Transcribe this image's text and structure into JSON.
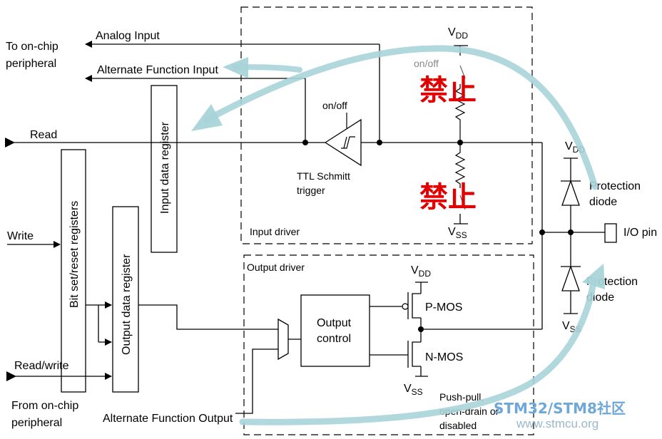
{
  "labels": {
    "to_on_chip": [
      "To on-chip",
      "peripheral"
    ],
    "analog_input": "Analog Input",
    "alt_func_input": "Alternate Function Input",
    "read": "Read",
    "write": "Write",
    "read_write": "Read/write",
    "from_on_chip": [
      "From on-chip",
      "peripheral"
    ],
    "alt_func_output": "Alternate Function Output",
    "bit_set_reset": "Bit set/reset registers",
    "input_data_register": "Input data register",
    "output_data_register": "Output data register",
    "input_driver": "Input driver",
    "output_driver": "Output driver",
    "on_off_schmitt": "on/off",
    "ttl_schmitt": [
      "TTL Schmitt",
      "trigger"
    ],
    "on_off_pull": "on/off",
    "vdd": "V",
    "vdd_sub": "DD",
    "vss": "V",
    "vss_sub": "SS",
    "output_control": [
      "Output",
      "control"
    ],
    "p_mos": "P-MOS",
    "n_mos": "N-MOS",
    "push_pull": [
      "Push-pull,",
      "open-drain or",
      "disabled"
    ],
    "protection_diode_top": [
      "Protection",
      "diode"
    ],
    "protection_diode_bottom": [
      "Protection",
      "diode"
    ],
    "io_pin": "I/O pin",
    "disabled_top": "禁止",
    "disabled_bottom": "禁止"
  },
  "watermark": {
    "brand_a": "STM32",
    "slash": "/",
    "brand_b": "STM8",
    "community": "社区",
    "url": "www.stmcu.org"
  },
  "colors": {
    "arrow": "#a8d4d8",
    "red_text": "#e00000",
    "wm_blue": "#2f7bbf",
    "wm_gray": "#8aa7bd"
  }
}
